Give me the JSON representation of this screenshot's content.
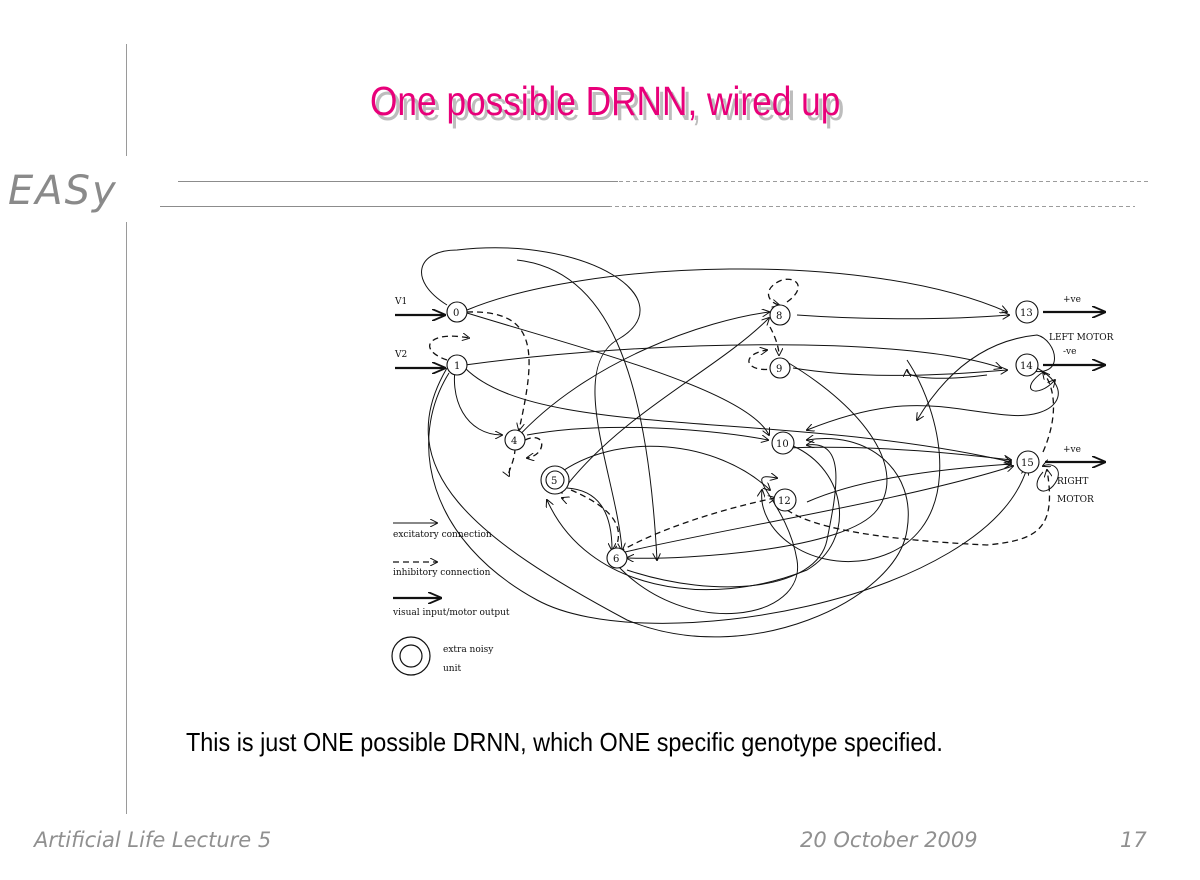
{
  "header": {
    "logo": "EASy",
    "title": "One possible DRNN, wired up"
  },
  "diagram": {
    "nodes": [
      "0",
      "1",
      "4",
      "5",
      "6",
      "8",
      "9",
      "10",
      "12",
      "13",
      "14",
      "15"
    ],
    "input_labels": [
      "V1",
      "V2"
    ],
    "output_labels": {
      "left_pos": "+ve",
      "left_motor": "LEFT MOTOR",
      "left_neg": "-ve",
      "right_pos": "+ve",
      "right_motor_1": "RIGHT",
      "right_motor_2": "MOTOR"
    },
    "legend": {
      "excitatory": "excitatory connection",
      "inhibitory": "inhibitory connection",
      "io": "visual input/motor output",
      "noisy_1": "extra noisy",
      "noisy_2": "unit"
    }
  },
  "caption": "This is just ONE possible DRNN, which ONE specific genotype specified.",
  "footer": {
    "course": "Artificial Life Lecture 5",
    "date": "20 October 2009",
    "page": "17"
  }
}
